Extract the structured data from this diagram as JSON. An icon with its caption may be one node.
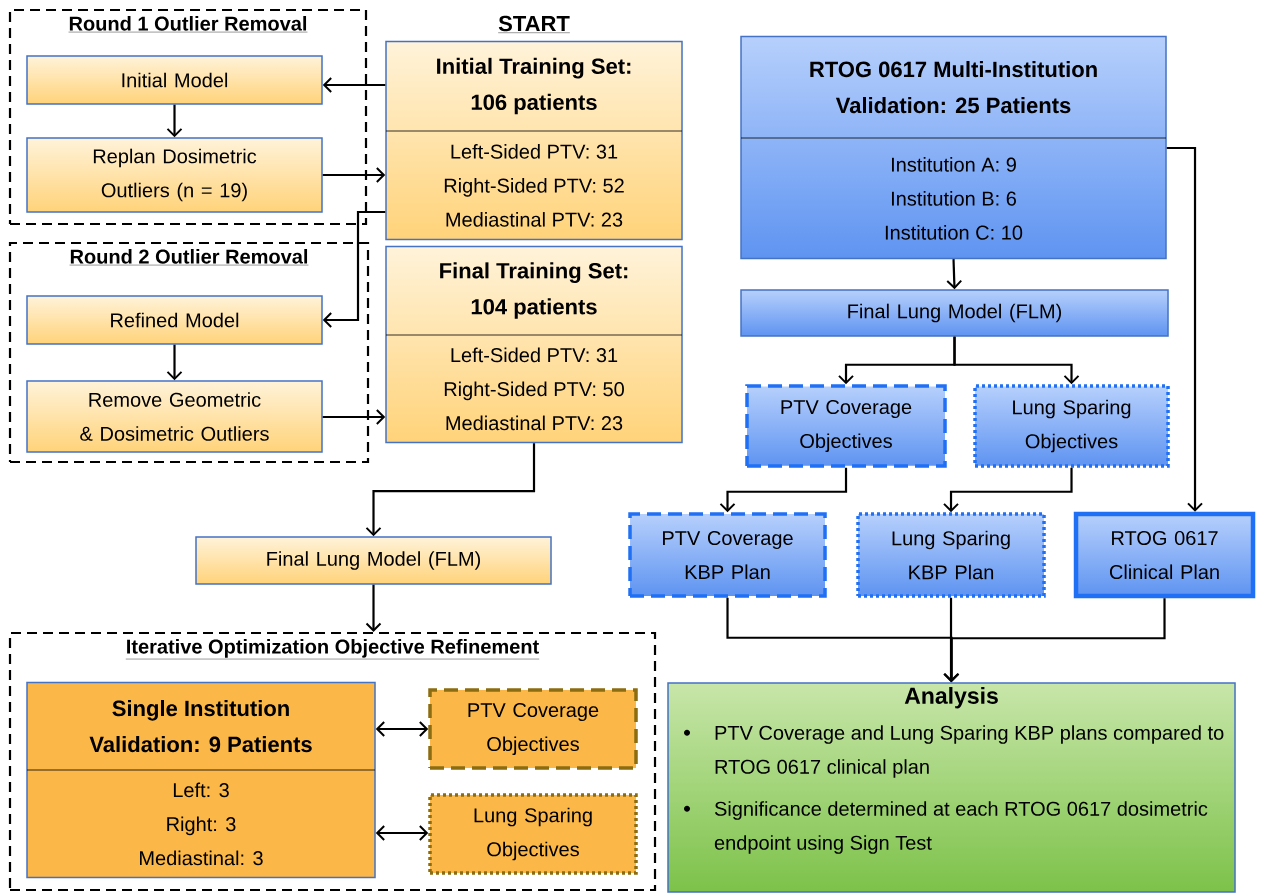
{
  "diagram": {
    "nodes": [
      {
        "text": [
          "Round 1 Outlier Removal"
        ]
      },
      {
        "text": [
          "Initial Model"
        ],
        "in": 0
      },
      {
        "text": [
          "Replan Dosimetric Outliers (n = 19)"
        ],
        "in": 0
      },
      {
        "text": [
          "Initial Training Set: 106 patients",
          "Left-Sided PTV: 31",
          "Right-Sided PTV: 52",
          "Mediastinal PTV: 23"
        ],
        "beside": [
          "START"
        ]
      },
      {
        "text": [
          "Round 2 Outlier Removal"
        ]
      },
      {
        "text": [
          "Refined Model"
        ],
        "in": 4
      },
      {
        "text": [
          "Remove Geometric & Dosimetric Outliers"
        ],
        "in": 4
      },
      {
        "text": [
          "Final Training Set: 104 patients",
          "Left-Sided PTV: 31",
          "Right-Sided PTV: 50",
          "Mediastinal PTV: 23"
        ]
      },
      {
        "text": [
          "Final Lung Model (FLM)"
        ]
      },
      {
        "text": [
          "Iterative Optimization Objective Refinement"
        ]
      },
      {
        "text": [
          "Single Institution Validation: 9 Patients",
          "Left: 3",
          "Right: 3",
          "Mediastinal: 3"
        ],
        "in": 9
      },
      {
        "text": [
          "PTV Coverage Objectives"
        ],
        "in": 9
      },
      {
        "text": [
          "Lung Sparing Objectives"
        ],
        "in": 9
      },
      {
        "text": [
          "RTOG 0617 Multi-Institution Validation: 25 Patients",
          "Institution A: 9",
          "Institution B: 6",
          "Institution C: 10"
        ]
      },
      {
        "text": [
          "Final Lung Model (FLM)"
        ]
      },
      {
        "text": [
          "PTV Coverage Objectives"
        ]
      },
      {
        "text": [
          "Lung Sparing Objectives"
        ]
      },
      {
        "text": [
          "PTV Coverage KBP Plan"
        ]
      },
      {
        "text": [
          "Lung Sparing KBP Plan"
        ]
      },
      {
        "text": [
          "RTOG 0617 Clinical Plan"
        ]
      },
      {
        "text": [
          "Analysis",
          "PTV Coverage and Lung Sparing KBP plans compared to RTOG 0617 clinical plan",
          "Significance determined at each RTOG 0617 dosimetric endpoint using Sign Test"
        ]
      }
    ],
    "edges": [
      {
        "from": 3,
        "to": 1,
        "arrow": "to"
      },
      {
        "from": 1,
        "to": 2,
        "arrow": "to"
      },
      {
        "from": 2,
        "to": 3,
        "arrow": "to"
      },
      {
        "from": 3,
        "to": 5,
        "arrow": "to"
      },
      {
        "from": 5,
        "to": 6,
        "arrow": "to"
      },
      {
        "from": 6,
        "to": 7,
        "arrow": "to"
      },
      {
        "from": 7,
        "to": 8,
        "arrow": "to"
      },
      {
        "from": 8,
        "to": 9,
        "arrow": "to"
      },
      {
        "from": 10,
        "to": 11,
        "arrow": "both"
      },
      {
        "from": 10,
        "to": 12,
        "arrow": "both"
      },
      {
        "from": 13,
        "to": 14,
        "arrow": "to"
      },
      {
        "from": 14,
        "to": 15,
        "arrow": "to"
      },
      {
        "from": 14,
        "to": 16,
        "arrow": "to"
      },
      {
        "from": 15,
        "to": 17,
        "arrow": "to"
      },
      {
        "from": 16,
        "to": 18,
        "arrow": "to"
      },
      {
        "from": 13,
        "to": 19,
        "arrow": "to"
      },
      {
        "from": 17,
        "to": 20,
        "arrow": "to"
      },
      {
        "from": 18,
        "to": 20,
        "arrow": "to"
      },
      {
        "from": 19,
        "to": 20,
        "arrow": "to"
      }
    ]
  }
}
